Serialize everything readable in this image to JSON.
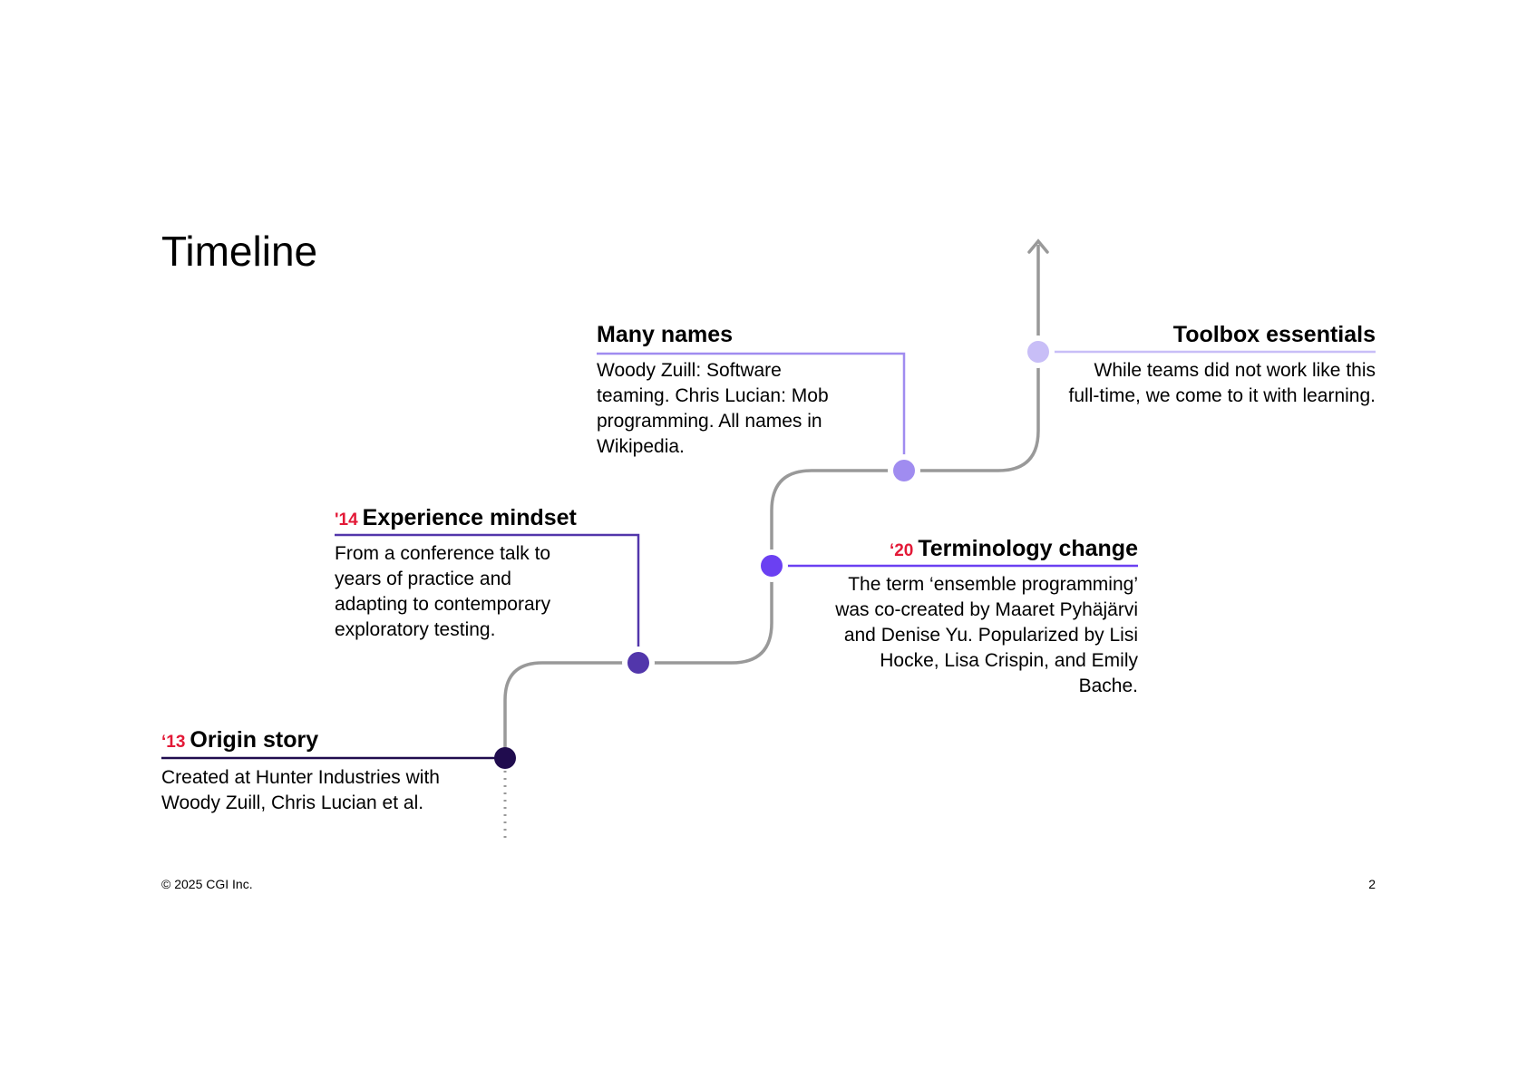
{
  "title": "Timeline",
  "footer": {
    "copyright": "© 2025 CGI Inc.",
    "page_number": "2"
  },
  "milestones": [
    {
      "year": "‘13",
      "heading": "Origin story",
      "text": "Created at Hunter Industries with Woody Zuill, Chris Lucian et al.",
      "color": "#200c4e"
    },
    {
      "year": "'14",
      "heading": "Experience mindset",
      "text": "From a conference talk to years of practice and adapting to contemporary exploratory testing.",
      "color": "#5236ab"
    },
    {
      "year": "‘20",
      "heading": "Terminology change",
      "text": "The term ‘ensemble programming’ was co-created by Maaret Pyhäjärvi and Denise Yu. Popularized by Lisi Hocke, Lisa Crispin, and Emily Bache.",
      "color": "#6b40f2"
    },
    {
      "year": "",
      "heading": "Many names",
      "text": "Woody Zuill: Software teaming. Chris Lucian: Mob programming. All names in Wikipedia.",
      "color": "#a08cf0"
    },
    {
      "year": "",
      "heading": "Toolbox essentials",
      "text": "While teams did not work like this full-time, we come to it with learning.",
      "color": "#c8bef7"
    }
  ],
  "colors": {
    "path": "#999999",
    "year": "#e31937"
  }
}
